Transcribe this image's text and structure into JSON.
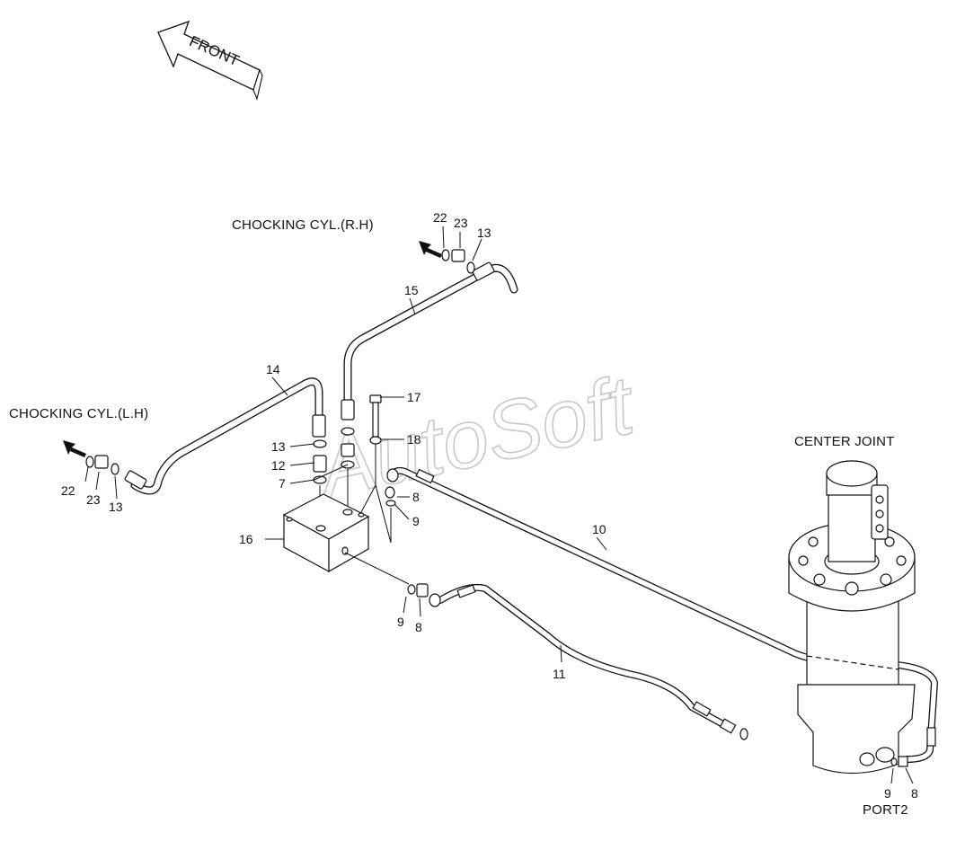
{
  "arrow_label": "FRONT",
  "captions": {
    "rh": "CHOCKING CYL.(R.H)",
    "lh": "CHOCKING CYL.(L.H)",
    "center": "CENTER JOINT",
    "port": "PORT2"
  },
  "watermark": "AutoSoft",
  "parts": {
    "p7": "7",
    "p8": "8",
    "p9": "9",
    "p10": "10",
    "p11": "11",
    "p12": "12",
    "p13": "13",
    "p14": "14",
    "p15": "15",
    "p16": "16",
    "p17": "17",
    "p18": "18",
    "p22": "22",
    "p23": "23"
  }
}
